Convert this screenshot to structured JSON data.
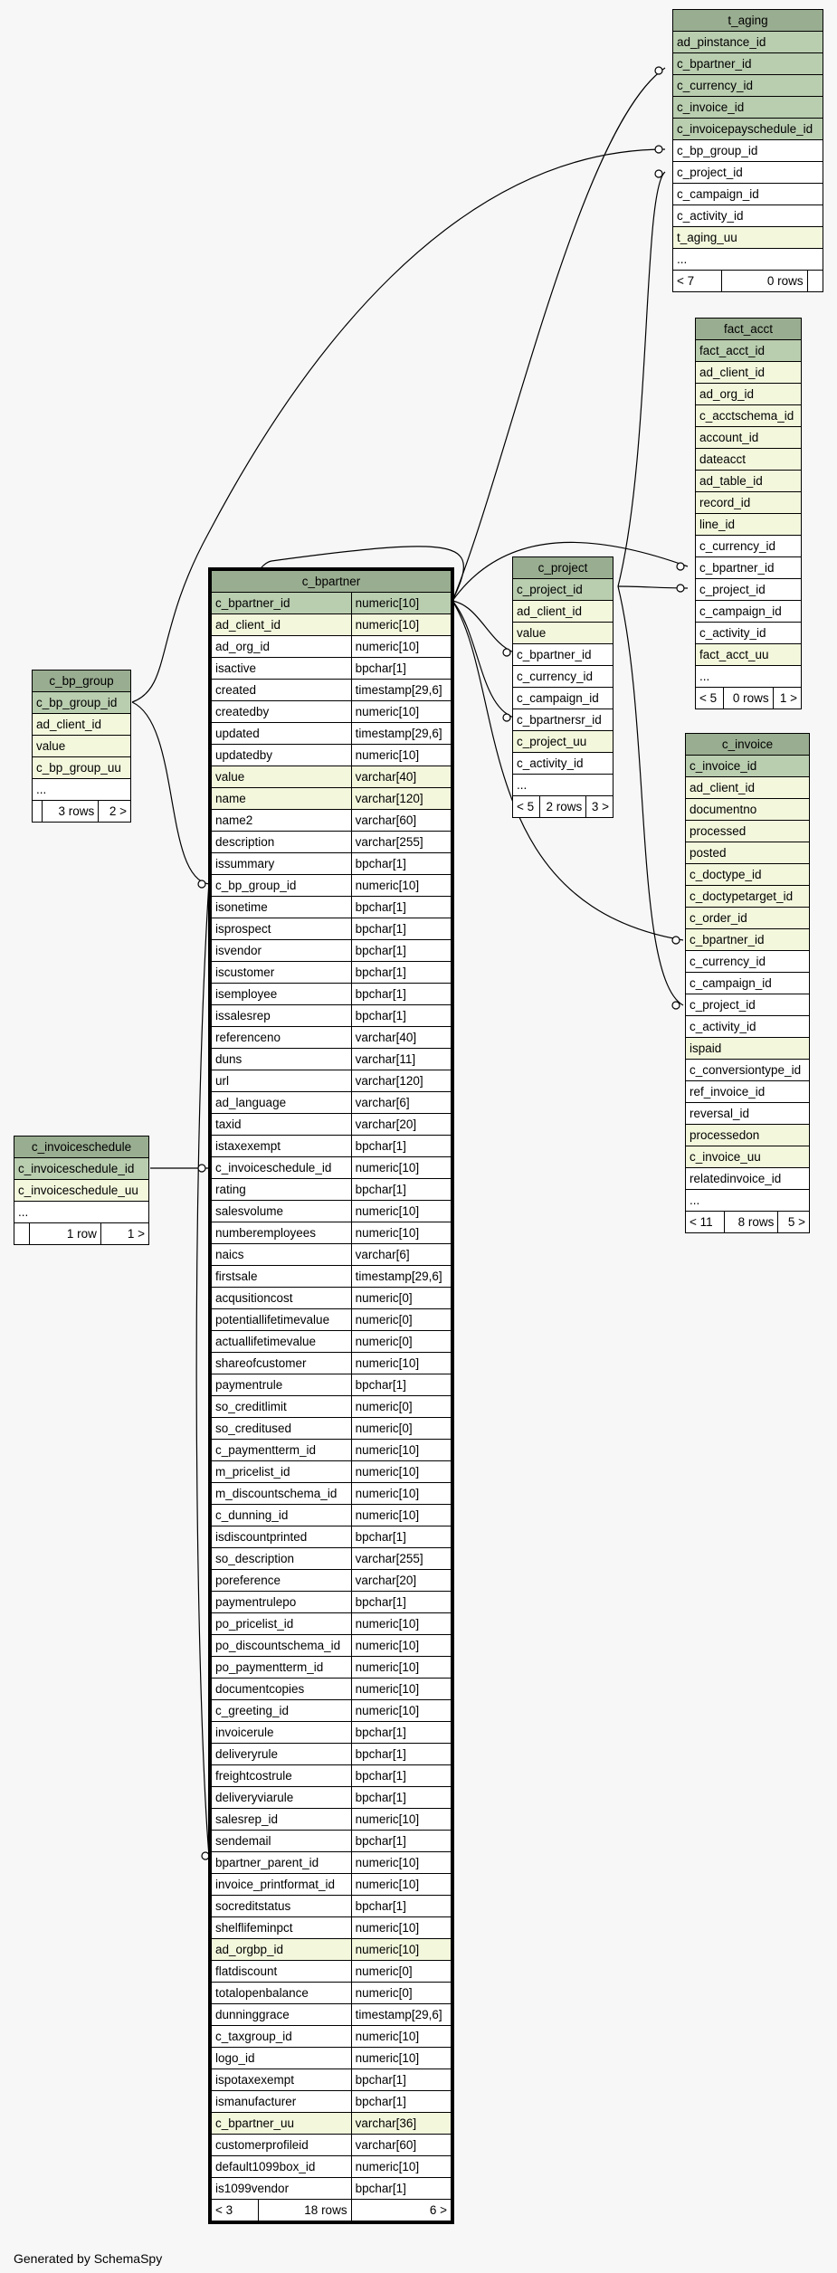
{
  "footer": "Generated by SchemaSpy",
  "tables": {
    "t_aging": {
      "name": "t_aging",
      "rows": [
        {
          "c": "ad_pinstance_id",
          "t": "pk"
        },
        {
          "c": "c_bpartner_id",
          "t": "pk"
        },
        {
          "c": "c_currency_id",
          "t": "pk"
        },
        {
          "c": "c_invoice_id",
          "t": "pk"
        },
        {
          "c": "c_invoicepayschedule_id",
          "t": "pk"
        },
        {
          "c": "c_bp_group_id",
          "t": "norm"
        },
        {
          "c": "c_project_id",
          "t": "norm"
        },
        {
          "c": "c_campaign_id",
          "t": "norm"
        },
        {
          "c": "c_activity_id",
          "t": "norm"
        },
        {
          "c": "t_aging_uu",
          "t": "fk"
        },
        {
          "c": "...",
          "t": "ell"
        }
      ],
      "foot": [
        "< 7",
        "0 rows",
        ""
      ]
    },
    "fact_acct": {
      "name": "fact_acct",
      "rows": [
        {
          "c": "fact_acct_id",
          "t": "pk"
        },
        {
          "c": "ad_client_id",
          "t": "fk"
        },
        {
          "c": "ad_org_id",
          "t": "fk"
        },
        {
          "c": "c_acctschema_id",
          "t": "fk"
        },
        {
          "c": "account_id",
          "t": "fk"
        },
        {
          "c": "dateacct",
          "t": "fk"
        },
        {
          "c": "ad_table_id",
          "t": "fk"
        },
        {
          "c": "record_id",
          "t": "fk"
        },
        {
          "c": "line_id",
          "t": "fk"
        },
        {
          "c": "c_currency_id",
          "t": "norm"
        },
        {
          "c": "c_bpartner_id",
          "t": "norm"
        },
        {
          "c": "c_project_id",
          "t": "norm"
        },
        {
          "c": "c_campaign_id",
          "t": "norm"
        },
        {
          "c": "c_activity_id",
          "t": "norm"
        },
        {
          "c": "fact_acct_uu",
          "t": "fk"
        },
        {
          "c": "...",
          "t": "ell"
        }
      ],
      "foot": [
        "< 5",
        "0 rows",
        "1 >"
      ]
    },
    "c_project": {
      "name": "c_project",
      "rows": [
        {
          "c": "c_project_id",
          "t": "pk"
        },
        {
          "c": "ad_client_id",
          "t": "fk"
        },
        {
          "c": "value",
          "t": "fk"
        },
        {
          "c": "c_bpartner_id",
          "t": "norm"
        },
        {
          "c": "c_currency_id",
          "t": "norm"
        },
        {
          "c": "c_campaign_id",
          "t": "norm"
        },
        {
          "c": "c_bpartnersr_id",
          "t": "norm"
        },
        {
          "c": "c_project_uu",
          "t": "fk"
        },
        {
          "c": "c_activity_id",
          "t": "norm"
        },
        {
          "c": "...",
          "t": "ell"
        }
      ],
      "foot": [
        "< 5",
        "2 rows",
        "3 >"
      ]
    },
    "c_invoice": {
      "name": "c_invoice",
      "rows": [
        {
          "c": "c_invoice_id",
          "t": "pk"
        },
        {
          "c": "ad_client_id",
          "t": "fk"
        },
        {
          "c": "documentno",
          "t": "fk"
        },
        {
          "c": "processed",
          "t": "fk"
        },
        {
          "c": "posted",
          "t": "fk"
        },
        {
          "c": "c_doctype_id",
          "t": "fk"
        },
        {
          "c": "c_doctypetarget_id",
          "t": "fk"
        },
        {
          "c": "c_order_id",
          "t": "fk"
        },
        {
          "c": "c_bpartner_id",
          "t": "fk"
        },
        {
          "c": "c_currency_id",
          "t": "norm"
        },
        {
          "c": "c_campaign_id",
          "t": "norm"
        },
        {
          "c": "c_project_id",
          "t": "norm"
        },
        {
          "c": "c_activity_id",
          "t": "norm"
        },
        {
          "c": "ispaid",
          "t": "fk"
        },
        {
          "c": "c_conversiontype_id",
          "t": "norm"
        },
        {
          "c": "ref_invoice_id",
          "t": "norm"
        },
        {
          "c": "reversal_id",
          "t": "norm"
        },
        {
          "c": "processedon",
          "t": "fk"
        },
        {
          "c": "c_invoice_uu",
          "t": "fk"
        },
        {
          "c": "relatedinvoice_id",
          "t": "norm"
        },
        {
          "c": "...",
          "t": "ell"
        }
      ],
      "foot": [
        "< 11",
        "8 rows",
        "5 >"
      ]
    },
    "c_bp_group": {
      "name": "c_bp_group",
      "rows": [
        {
          "c": "c_bp_group_id",
          "t": "pk"
        },
        {
          "c": "ad_client_id",
          "t": "fk"
        },
        {
          "c": "value",
          "t": "fk"
        },
        {
          "c": "c_bp_group_uu",
          "t": "fk"
        },
        {
          "c": "...",
          "t": "ell"
        }
      ],
      "foot": [
        "",
        "3 rows",
        "2 >"
      ]
    },
    "c_invoiceschedule": {
      "name": "c_invoiceschedule",
      "rows": [
        {
          "c": "c_invoiceschedule_id",
          "t": "pk"
        },
        {
          "c": "c_invoiceschedule_uu",
          "t": "fk"
        },
        {
          "c": "...",
          "t": "ell"
        }
      ],
      "foot": [
        "",
        "1 row",
        "1 >"
      ]
    },
    "c_bpartner": {
      "name": "c_bpartner",
      "rows": [
        {
          "c": "c_bpartner_id",
          "d": "numeric[10]",
          "t": "pk"
        },
        {
          "c": "ad_client_id",
          "d": "numeric[10]",
          "t": "fk"
        },
        {
          "c": "ad_org_id",
          "d": "numeric[10]",
          "t": "norm"
        },
        {
          "c": "isactive",
          "d": "bpchar[1]",
          "t": "norm"
        },
        {
          "c": "created",
          "d": "timestamp[29,6]",
          "t": "norm"
        },
        {
          "c": "createdby",
          "d": "numeric[10]",
          "t": "norm"
        },
        {
          "c": "updated",
          "d": "timestamp[29,6]",
          "t": "norm"
        },
        {
          "c": "updatedby",
          "d": "numeric[10]",
          "t": "norm"
        },
        {
          "c": "value",
          "d": "varchar[40]",
          "t": "fk"
        },
        {
          "c": "name",
          "d": "varchar[120]",
          "t": "fk"
        },
        {
          "c": "name2",
          "d": "varchar[60]",
          "t": "norm"
        },
        {
          "c": "description",
          "d": "varchar[255]",
          "t": "norm"
        },
        {
          "c": "issummary",
          "d": "bpchar[1]",
          "t": "norm"
        },
        {
          "c": "c_bp_group_id",
          "d": "numeric[10]",
          "t": "norm"
        },
        {
          "c": "isonetime",
          "d": "bpchar[1]",
          "t": "norm"
        },
        {
          "c": "isprospect",
          "d": "bpchar[1]",
          "t": "norm"
        },
        {
          "c": "isvendor",
          "d": "bpchar[1]",
          "t": "norm"
        },
        {
          "c": "iscustomer",
          "d": "bpchar[1]",
          "t": "norm"
        },
        {
          "c": "isemployee",
          "d": "bpchar[1]",
          "t": "norm"
        },
        {
          "c": "issalesrep",
          "d": "bpchar[1]",
          "t": "norm"
        },
        {
          "c": "referenceno",
          "d": "varchar[40]",
          "t": "norm"
        },
        {
          "c": "duns",
          "d": "varchar[11]",
          "t": "norm"
        },
        {
          "c": "url",
          "d": "varchar[120]",
          "t": "norm"
        },
        {
          "c": "ad_language",
          "d": "varchar[6]",
          "t": "norm"
        },
        {
          "c": "taxid",
          "d": "varchar[20]",
          "t": "norm"
        },
        {
          "c": "istaxexempt",
          "d": "bpchar[1]",
          "t": "norm"
        },
        {
          "c": "c_invoiceschedule_id",
          "d": "numeric[10]",
          "t": "norm"
        },
        {
          "c": "rating",
          "d": "bpchar[1]",
          "t": "norm"
        },
        {
          "c": "salesvolume",
          "d": "numeric[10]",
          "t": "norm"
        },
        {
          "c": "numberemployees",
          "d": "numeric[10]",
          "t": "norm"
        },
        {
          "c": "naics",
          "d": "varchar[6]",
          "t": "norm"
        },
        {
          "c": "firstsale",
          "d": "timestamp[29,6]",
          "t": "norm"
        },
        {
          "c": "acqusitioncost",
          "d": "numeric[0]",
          "t": "norm"
        },
        {
          "c": "potentiallifetimevalue",
          "d": "numeric[0]",
          "t": "norm"
        },
        {
          "c": "actuallifetimevalue",
          "d": "numeric[0]",
          "t": "norm"
        },
        {
          "c": "shareofcustomer",
          "d": "numeric[10]",
          "t": "norm"
        },
        {
          "c": "paymentrule",
          "d": "bpchar[1]",
          "t": "norm"
        },
        {
          "c": "so_creditlimit",
          "d": "numeric[0]",
          "t": "norm"
        },
        {
          "c": "so_creditused",
          "d": "numeric[0]",
          "t": "norm"
        },
        {
          "c": "c_paymentterm_id",
          "d": "numeric[10]",
          "t": "norm"
        },
        {
          "c": "m_pricelist_id",
          "d": "numeric[10]",
          "t": "norm"
        },
        {
          "c": "m_discountschema_id",
          "d": "numeric[10]",
          "t": "norm"
        },
        {
          "c": "c_dunning_id",
          "d": "numeric[10]",
          "t": "norm"
        },
        {
          "c": "isdiscountprinted",
          "d": "bpchar[1]",
          "t": "norm"
        },
        {
          "c": "so_description",
          "d": "varchar[255]",
          "t": "norm"
        },
        {
          "c": "poreference",
          "d": "varchar[20]",
          "t": "norm"
        },
        {
          "c": "paymentrulepo",
          "d": "bpchar[1]",
          "t": "norm"
        },
        {
          "c": "po_pricelist_id",
          "d": "numeric[10]",
          "t": "norm"
        },
        {
          "c": "po_discountschema_id",
          "d": "numeric[10]",
          "t": "norm"
        },
        {
          "c": "po_paymentterm_id",
          "d": "numeric[10]",
          "t": "norm"
        },
        {
          "c": "documentcopies",
          "d": "numeric[10]",
          "t": "norm"
        },
        {
          "c": "c_greeting_id",
          "d": "numeric[10]",
          "t": "norm"
        },
        {
          "c": "invoicerule",
          "d": "bpchar[1]",
          "t": "norm"
        },
        {
          "c": "deliveryrule",
          "d": "bpchar[1]",
          "t": "norm"
        },
        {
          "c": "freightcostrule",
          "d": "bpchar[1]",
          "t": "norm"
        },
        {
          "c": "deliveryviarule",
          "d": "bpchar[1]",
          "t": "norm"
        },
        {
          "c": "salesrep_id",
          "d": "numeric[10]",
          "t": "norm"
        },
        {
          "c": "sendemail",
          "d": "bpchar[1]",
          "t": "norm"
        },
        {
          "c": "bpartner_parent_id",
          "d": "numeric[10]",
          "t": "norm"
        },
        {
          "c": "invoice_printformat_id",
          "d": "numeric[10]",
          "t": "norm"
        },
        {
          "c": "socreditstatus",
          "d": "bpchar[1]",
          "t": "norm"
        },
        {
          "c": "shelflifeminpct",
          "d": "numeric[10]",
          "t": "norm"
        },
        {
          "c": "ad_orgbp_id",
          "d": "numeric[10]",
          "t": "fk"
        },
        {
          "c": "flatdiscount",
          "d": "numeric[0]",
          "t": "norm"
        },
        {
          "c": "totalopenbalance",
          "d": "numeric[0]",
          "t": "norm"
        },
        {
          "c": "dunninggrace",
          "d": "timestamp[29,6]",
          "t": "norm"
        },
        {
          "c": "c_taxgroup_id",
          "d": "numeric[10]",
          "t": "norm"
        },
        {
          "c": "logo_id",
          "d": "numeric[10]",
          "t": "norm"
        },
        {
          "c": "ispotaxexempt",
          "d": "bpchar[1]",
          "t": "norm"
        },
        {
          "c": "ismanufacturer",
          "d": "bpchar[1]",
          "t": "norm"
        },
        {
          "c": "c_bpartner_uu",
          "d": "varchar[36]",
          "t": "fk"
        },
        {
          "c": "customerprofileid",
          "d": "varchar[60]",
          "t": "norm"
        },
        {
          "c": "default1099box_id",
          "d": "numeric[10]",
          "t": "norm"
        },
        {
          "c": "is1099vendor",
          "d": "bpchar[1]",
          "t": "norm"
        }
      ],
      "foot": [
        "< 3",
        "18 rows",
        "6 >"
      ]
    }
  }
}
